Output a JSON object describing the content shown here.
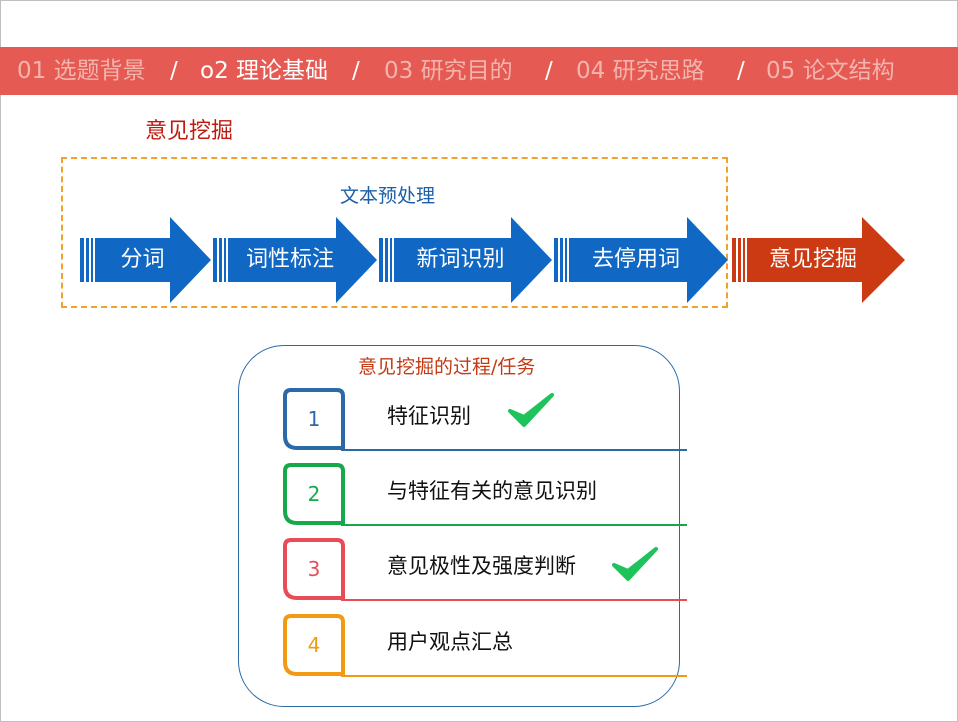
{
  "nav": {
    "items": [
      {
        "label": "01 选题背景",
        "active": false
      },
      {
        "label": "o2 理论基础",
        "active": true
      },
      {
        "label": "03 研究目的",
        "active": false
      },
      {
        "label": "04 研究思路",
        "active": false
      },
      {
        "label": "05 论文结构",
        "active": false
      }
    ],
    "separator": "/"
  },
  "section_title": "意见挖掘",
  "preprocess": {
    "label": "文本预处理",
    "steps": [
      "分词",
      "词性标注",
      "新词识别",
      "去停用词"
    ],
    "final_step": "意见挖掘"
  },
  "card": {
    "title": "意见挖掘的过程/任务",
    "tasks": [
      {
        "num": "1",
        "label": "特征识别",
        "checked": true
      },
      {
        "num": "2",
        "label": "与特征有关的意见识别",
        "checked": false
      },
      {
        "num": "3",
        "label": "意见极性及强度判断",
        "checked": true
      },
      {
        "num": "4",
        "label": "用户观点汇总",
        "checked": false
      }
    ]
  },
  "colors": {
    "nav_bg": "#e55a52",
    "accent_red": "#c0190f",
    "arrow_blue": "#1168c4",
    "arrow_red": "#cc3a14",
    "dashed_orange": "#f2a12c",
    "check_green": "#1fc35b",
    "task_colors": [
      "#2b6aa6",
      "#17a84c",
      "#e84d57",
      "#f29a12"
    ]
  }
}
